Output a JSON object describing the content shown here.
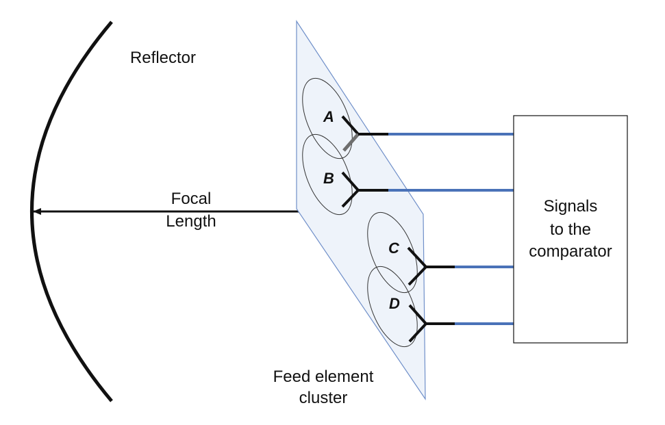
{
  "diagram": {
    "reflector_label": "Reflector",
    "focal_length_label_line1": "Focal",
    "focal_length_label_line2": "Length",
    "feed_cluster_label_line1": "Feed element",
    "feed_cluster_label_line2": "cluster",
    "comparator_label_line1": "Signals",
    "comparator_label_line2": "to the",
    "comparator_label_line3": "comparator",
    "feeds": [
      {
        "letter": "A"
      },
      {
        "letter": "B"
      },
      {
        "letter": "C"
      },
      {
        "letter": "D"
      }
    ]
  },
  "colors": {
    "cable": "#4a72b8",
    "plane_border": "#6f8fc9",
    "plane_fill": "#eef3fa",
    "ink": "#111111"
  }
}
